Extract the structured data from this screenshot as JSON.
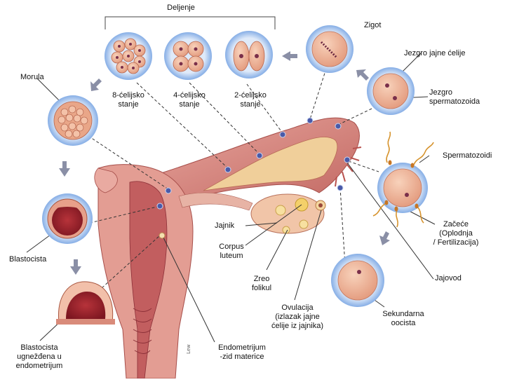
{
  "labels": {
    "division": "Deljenje",
    "zygote": "Zigot",
    "egg_nucleus": "Jezgro jajne ćelije",
    "sperm_nucleus": [
      "Jezgro",
      "spermatozoida"
    ],
    "morula": "Morula",
    "cell8": [
      "8-ćelijsko",
      "stanje"
    ],
    "cell4": [
      "4-ćelijsko",
      "stanje"
    ],
    "cell2": [
      "2-ćelijsko",
      "stanje"
    ],
    "spermatozoa": "Spermatozoidi",
    "conception": [
      "Začeće",
      "(Oplodnja",
      "/ Fertilizacija)"
    ],
    "blastocyst": "Blastocista",
    "ovary": "Jajnik",
    "corpus_luteum": [
      "Corpus",
      "luteum"
    ],
    "mature_follicle": [
      "Zreo",
      "folikul"
    ],
    "fallopian_tube": "Jajovod",
    "ovulation": [
      "Ovulacija",
      "(izlazak jajne",
      "ćelije iz jajnika)"
    ],
    "secondary_oocyte": [
      "Sekundarna",
      "oocista"
    ],
    "implanted_blastocyst": [
      "Blastocista",
      "ugnežđena u",
      "endometrijum"
    ],
    "endometrium": [
      "Endometrijum",
      "-zid materice"
    ]
  },
  "signature": "Lew",
  "colors": {
    "tissue": "#d98a84",
    "tissue_dark": "#b3524f",
    "cavity": "#f3d9a8",
    "cell_halo": "#a9c7ef",
    "cell_body": "#f0b59a",
    "nucleus": "#7a2f4a",
    "arrow": "#8a8fa6"
  }
}
